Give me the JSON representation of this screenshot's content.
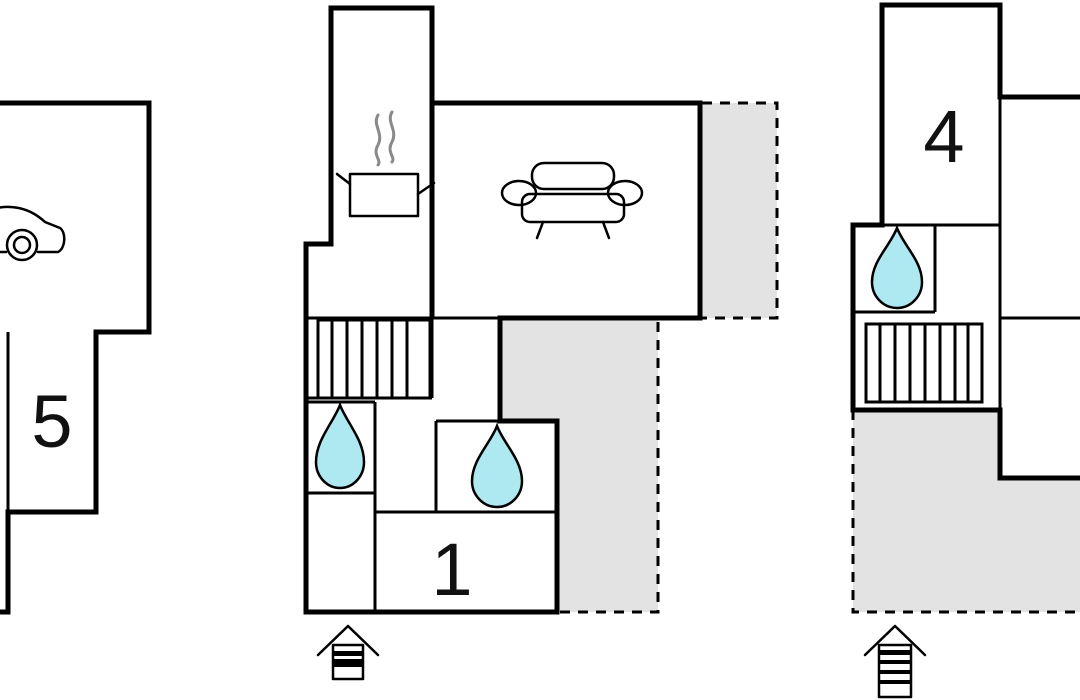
{
  "floors": [
    {
      "rooms": [
        {
          "number": "5"
        }
      ],
      "icons": [
        "car-icon"
      ]
    },
    {
      "rooms": [
        {
          "number": "1"
        }
      ],
      "icons": [
        "cooking-pot-icon",
        "sofa-icon",
        "stairs-icon",
        "water-drop-icon",
        "water-drop-icon",
        "entrance-arrow-icon"
      ]
    },
    {
      "rooms": [
        {
          "number": "4"
        }
      ],
      "icons": [
        "water-drop-icon",
        "stairs-icon",
        "entrance-arrow-icon"
      ]
    }
  ]
}
